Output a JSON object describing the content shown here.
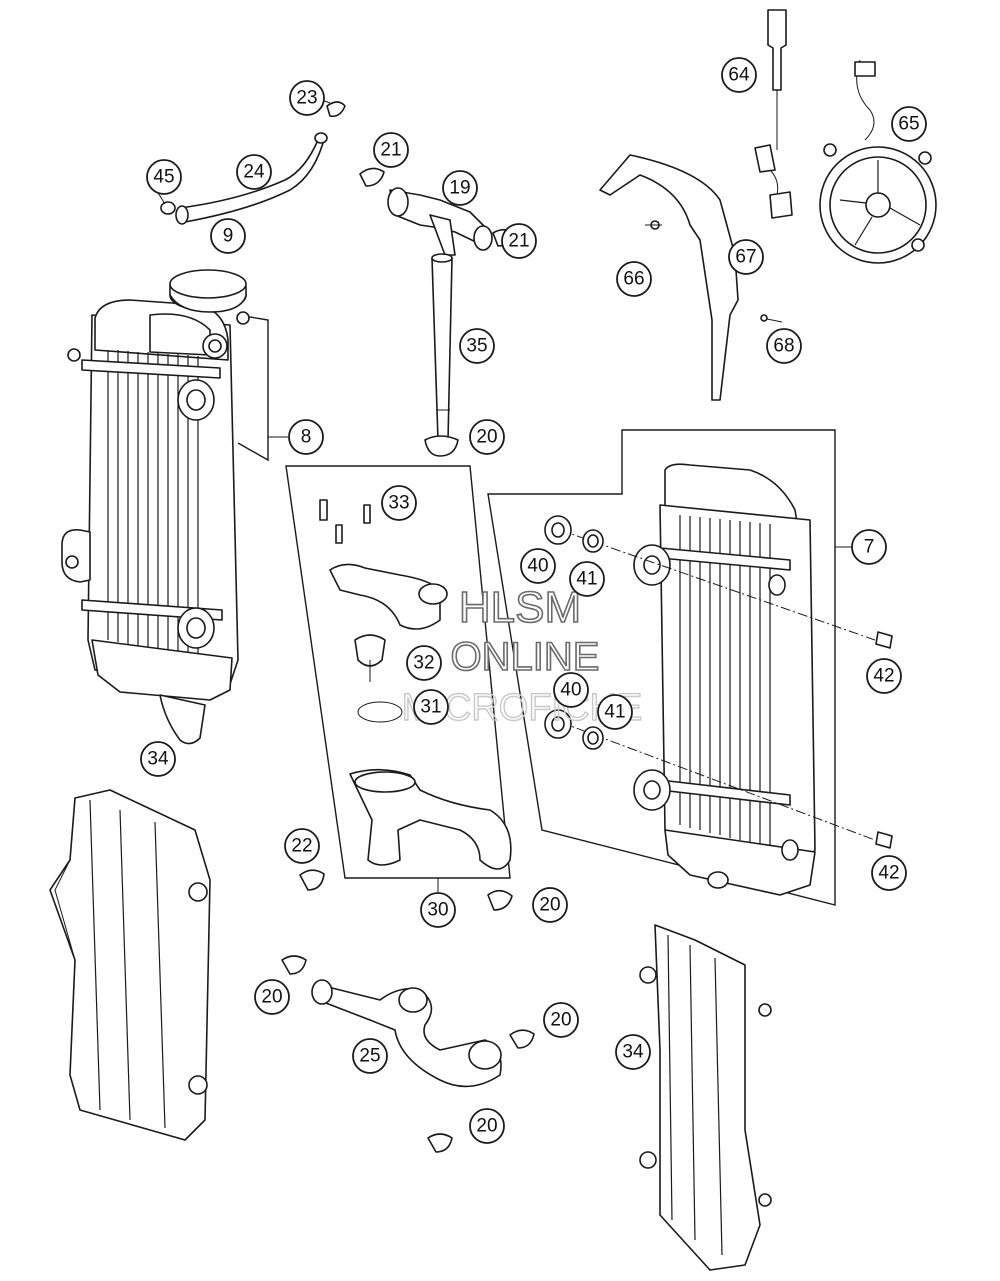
{
  "diagram": {
    "callouts": [
      "23",
      "45",
      "24",
      "21",
      "19",
      "21",
      "9",
      "35",
      "8",
      "20",
      "33",
      "40",
      "41",
      "32",
      "31",
      "34",
      "22",
      "30",
      "20",
      "20",
      "25",
      "20",
      "20",
      "64",
      "65",
      "66",
      "67",
      "68",
      "7",
      "40",
      "41",
      "42",
      "42",
      "34"
    ],
    "watermark": {
      "line1": "HLSM",
      "line2": "ONLINE",
      "line3": "MICROFICHE"
    }
  }
}
